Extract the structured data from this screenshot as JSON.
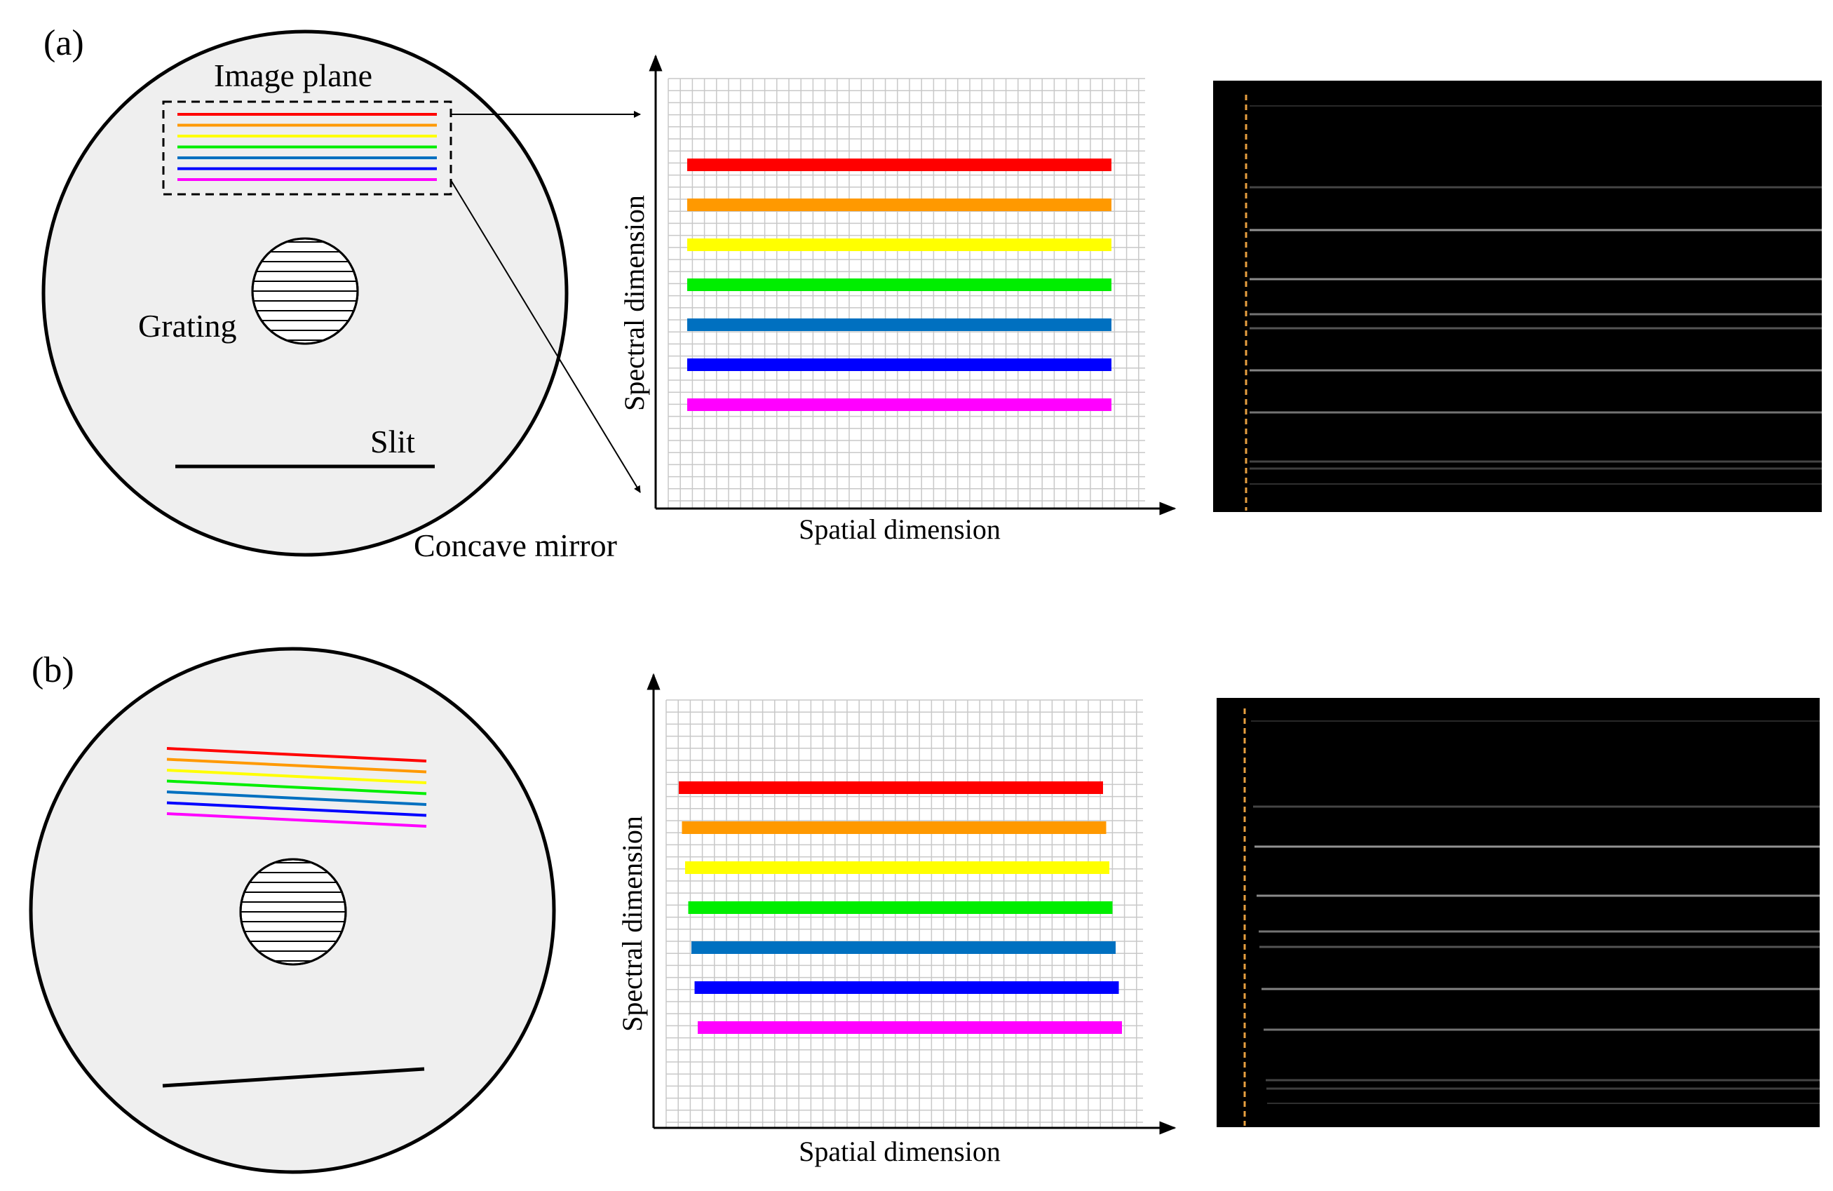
{
  "panels": [
    {
      "id": "a",
      "label": "(a)",
      "image_plane_label": "Image plane",
      "grating_label": "Grating",
      "slit_label": "Slit",
      "mirror_label": "Concave mirror",
      "x_axis_label": "Spatial dimension",
      "y_axis_label": "Spectral dimension",
      "tilted": false
    },
    {
      "id": "b",
      "label": "(b)",
      "image_plane_label": "",
      "grating_label": "",
      "slit_label": "",
      "mirror_label": "",
      "x_axis_label": "Spatial dimension",
      "y_axis_label": "Spectral dimension",
      "tilted": true
    }
  ],
  "spectral_colors": [
    "#ff0000",
    "#ff9900",
    "#ffff00",
    "#00ee00",
    "#0070c0",
    "#0000ff",
    "#ff00ff"
  ],
  "colors": {
    "mirror_fill": "#efefef",
    "grid_line": "#c8c8c8",
    "detector_bg": "#000000",
    "detector_line": "#9a9a9a",
    "detector_dash": "#e8a040"
  }
}
